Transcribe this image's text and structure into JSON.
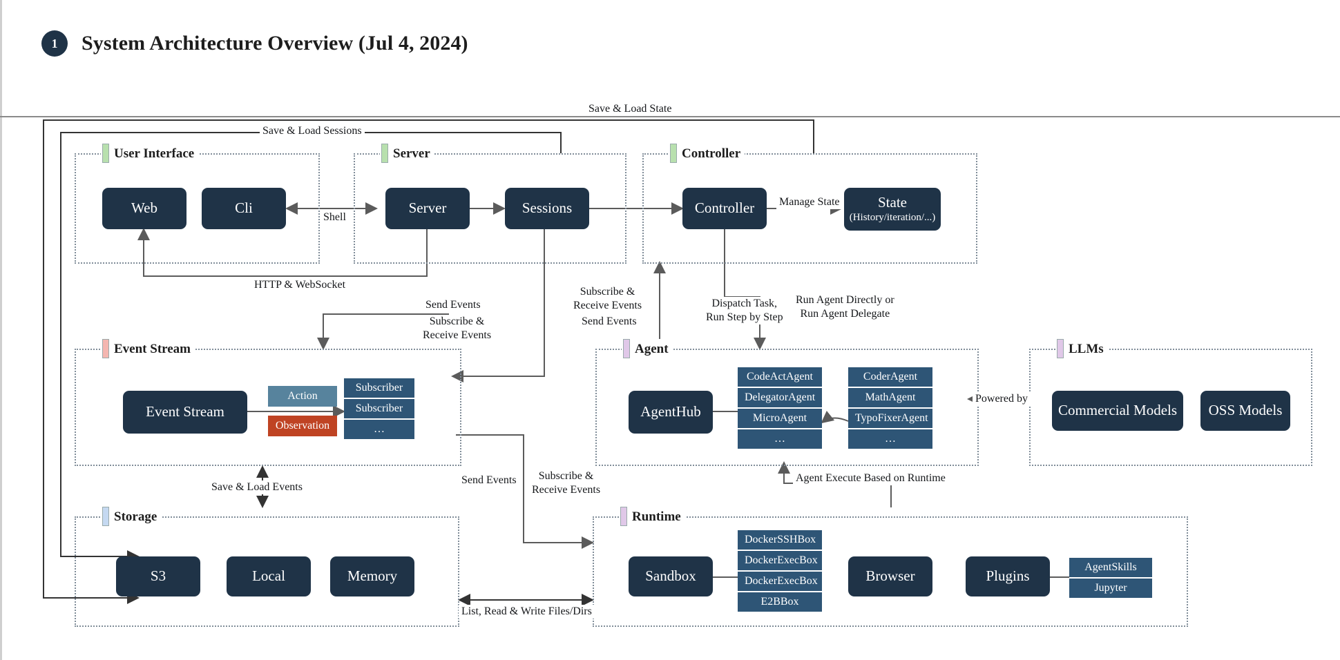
{
  "header": {
    "badge": "1",
    "title": "System Architecture Overview (Jul 4, 2024)"
  },
  "groups": {
    "user_interface": {
      "label": "User Interface",
      "accent": "#b8e0ae"
    },
    "server": {
      "label": "Server",
      "accent": "#b8e0ae"
    },
    "controller": {
      "label": "Controller",
      "accent": "#b8e0ae"
    },
    "event_stream": {
      "label": "Event Stream",
      "accent": "#f4b6b0"
    },
    "agent": {
      "label": "Agent",
      "accent": "#e0c8e8"
    },
    "llms": {
      "label": "LLMs",
      "accent": "#e0c8e8"
    },
    "storage": {
      "label": "Storage",
      "accent": "#c5d9f1"
    },
    "runtime": {
      "label": "Runtime",
      "accent": "#e0c8e8"
    }
  },
  "nodes": {
    "web": {
      "label": "Web"
    },
    "cli": {
      "label": "Cli"
    },
    "server": {
      "label": "Server"
    },
    "sessions": {
      "label": "Sessions"
    },
    "controller": {
      "label": "Controller"
    },
    "state": {
      "label": "State",
      "sub": "(History/iteration/...)"
    },
    "event_stream": {
      "label": "Event Stream"
    },
    "agenthub": {
      "label": "AgentHub"
    },
    "commercial_models": {
      "label": "Commercial Models"
    },
    "oss_models": {
      "label": "OSS Models"
    },
    "s3": {
      "label": "S3"
    },
    "local": {
      "label": "Local"
    },
    "memory": {
      "label": "Memory"
    },
    "sandbox": {
      "label": "Sandbox"
    },
    "browser": {
      "label": "Browser"
    },
    "plugins": {
      "label": "Plugins"
    }
  },
  "chips": {
    "action": {
      "label": "Action",
      "color": "#57839d"
    },
    "observation": {
      "label": "Observation",
      "color": "#bf4323"
    }
  },
  "stacks": {
    "subscribers": [
      "Subscriber",
      "Subscriber",
      "…"
    ],
    "agents_left": [
      "CodeActAgent",
      "DelegatorAgent",
      "MicroAgent",
      "…"
    ],
    "agents_right": [
      "CoderAgent",
      "MathAgent",
      "TypoFixerAgent",
      "…"
    ],
    "sandboxes": [
      "DockerSSHBox",
      "DockerExecBox",
      "DockerExecBox",
      "E2BBox"
    ],
    "plugin_items": [
      "AgentSkills",
      "Jupyter"
    ]
  },
  "edge_labels": {
    "save_load_state": "Save & Load State",
    "save_load_sessions": "Save & Load Sessions",
    "shell": "Shell",
    "manage_state": "Manage State",
    "http_websocket": "HTTP & WebSocket",
    "send_events_1": "Send Events",
    "subscribe_receive_1": "Subscribe &\nReceive Events",
    "subscribe_receive_2": "Subscribe &\nReceive Events",
    "send_events_2": "Send Events",
    "dispatch_task": "Dispatch Task,\nRun Step by Step",
    "run_agent": "Run Agent Directly or\nRun Agent Delegate",
    "powered_by": "Powered by",
    "save_load_events": "Save & Load Events",
    "send_events_3": "Send Events",
    "subscribe_receive_3": "Subscribe &\nReceive Events",
    "agent_execute": "Agent Execute Based on Runtime",
    "list_read_write": "List, Read & Write Files/Dirs"
  }
}
